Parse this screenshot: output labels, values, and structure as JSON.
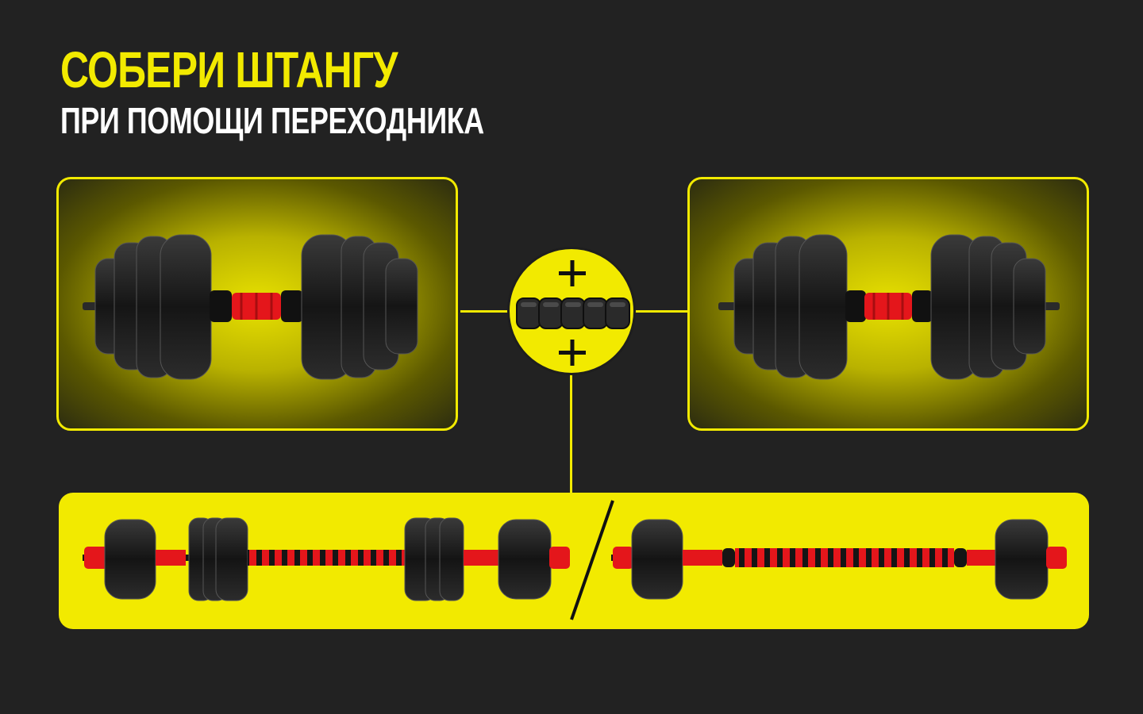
{
  "header": {
    "title": "СОБЕРИ ШТАНГУ",
    "subtitle": "ПРИ ПОМОЩИ ПЕРЕХОДНИКА"
  },
  "colors": {
    "accent": "#f2ea00",
    "background": "#222222",
    "plate": "#1c1c1c",
    "handle_red": "#e4161b"
  },
  "panels": {
    "left": {
      "icon": "dumbbell-icon"
    },
    "right": {
      "icon": "dumbbell-icon"
    },
    "adapter": {
      "icon": "adapter-connector-icon",
      "plus_top": "+",
      "plus_bottom": "+"
    },
    "bottom": {
      "left_icon": "barbell-icon",
      "right_icon": "barbell-icon",
      "separator": "slash-divider"
    }
  }
}
